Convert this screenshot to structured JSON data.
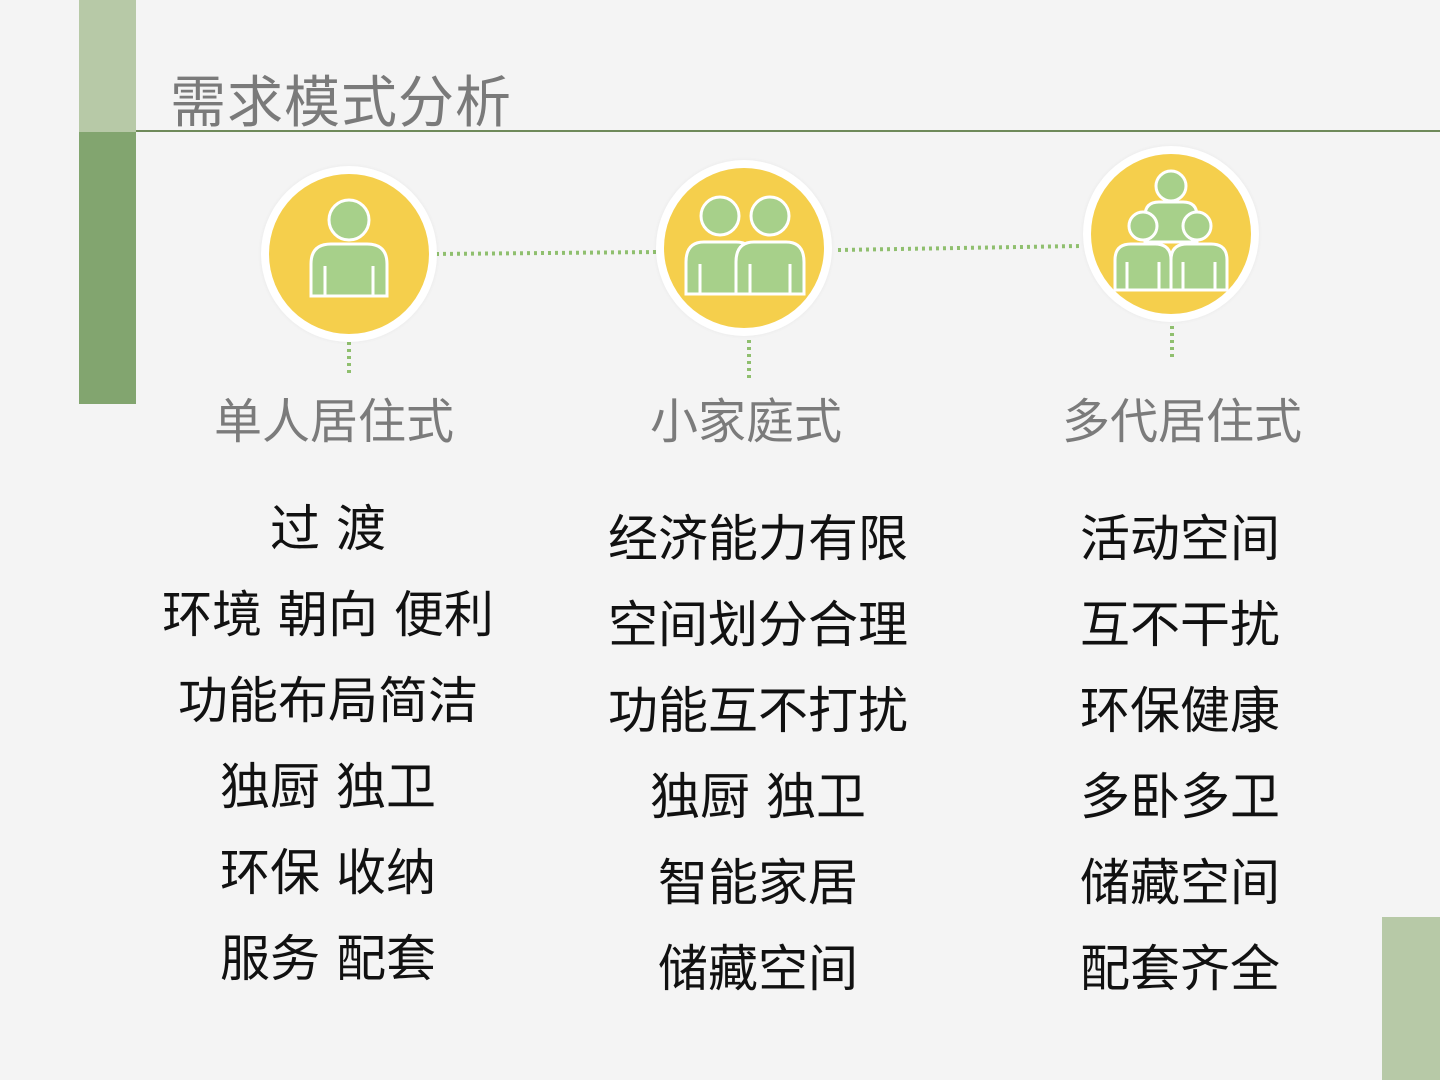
{
  "title": "需求模式分析",
  "colors": {
    "accent_light": "#b7c9a7",
    "accent_dark": "#82a56f",
    "circle_fill": "#f5cf4c",
    "figure_fill": "#a7d08a",
    "dots": "#8fbf6e"
  },
  "columns": [
    {
      "icon": "single-person-icon",
      "heading": "单人居住式",
      "items": [
        "过 渡",
        "环境 朝向 便利",
        "功能布局简洁",
        "独厨 独卫",
        "环保 收纳",
        "服务 配套"
      ]
    },
    {
      "icon": "two-people-icon",
      "heading": "小家庭式",
      "items": [
        "经济能力有限",
        "空间划分合理",
        "功能互不打扰",
        "独厨 独卫",
        "智能家居",
        "储藏空间"
      ]
    },
    {
      "icon": "family-group-icon",
      "heading": "多代居住式",
      "items": [
        "活动空间",
        "互不干扰",
        "环保健康",
        "多卧多卫",
        "储藏空间",
        "配套齐全"
      ]
    }
  ]
}
